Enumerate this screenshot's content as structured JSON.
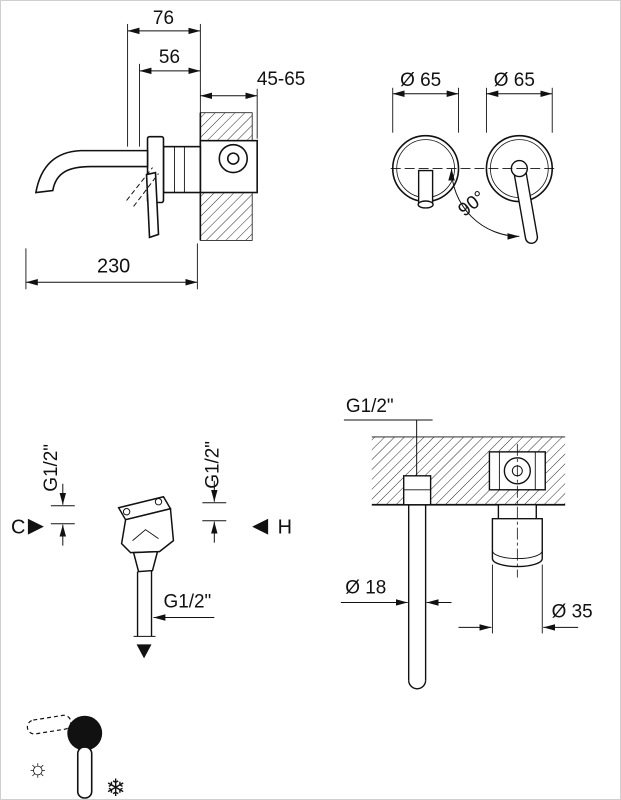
{
  "colors": {
    "ink": "#111111",
    "background": "#ffffff"
  },
  "views": {
    "side": {
      "dim_handle_depth": "76",
      "dim_body_depth": "56",
      "dim_wall_range": "45-65",
      "dim_spout_reach": "230"
    },
    "front": {
      "dim_spout_escutcheon": "Ø 65",
      "dim_handle_escutcheon": "Ø 65",
      "handle_rotation": "90°"
    },
    "valve": {
      "thread_cold_inlet": "G1/2\"",
      "thread_hot_inlet": "G1/2\"",
      "thread_outlet": "G1/2\"",
      "cold_marker": "C",
      "hot_marker": "H"
    },
    "section": {
      "thread_spout_outlet": "G1/2\"",
      "dim_pipe_diameter": "Ø 18",
      "dim_valve_diameter": "Ø 35"
    },
    "temperature_icon": {
      "hot_symbol": "☼",
      "cold_symbol": "❄"
    }
  }
}
